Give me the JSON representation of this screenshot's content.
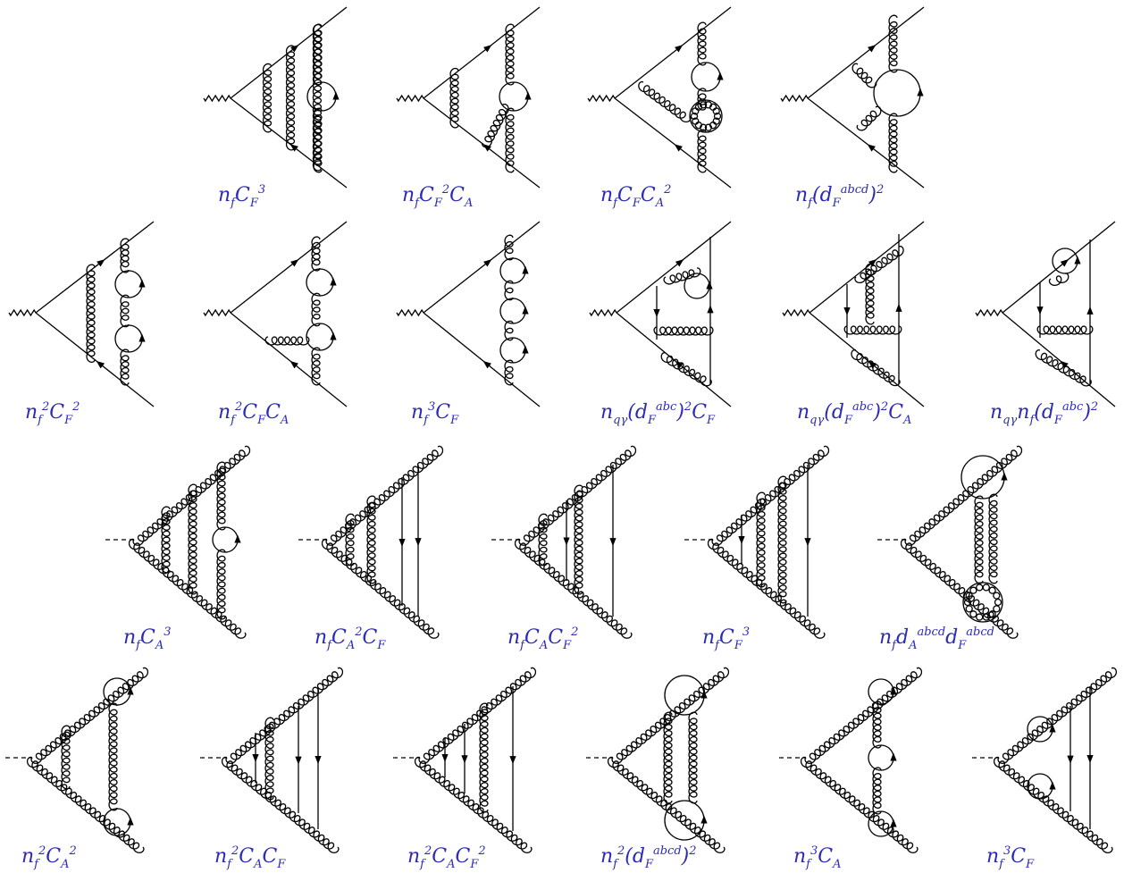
{
  "captions": [
    {
      "id": "r1c1",
      "html": "n<sub>f</sub>C<sub>F</sub><sup>3</sup>"
    },
    {
      "id": "r1c2",
      "html": "n<sub>f</sub>C<sub>F</sub><sup>2</sup>C<sub>A</sub>"
    },
    {
      "id": "r1c3",
      "html": "n<sub>f</sub>C<sub>F</sub>C<sub>A</sub><sup>2</sup>"
    },
    {
      "id": "r1c4",
      "html": "n<sub>f</sub>(d<sub>F</sub><sup>abcd</sup>)<sup>2</sup>"
    },
    {
      "id": "r2c1",
      "html": "n<sub>f</sub><sup>2</sup>C<sub>F</sub><sup>2</sup>"
    },
    {
      "id": "r2c2",
      "html": "n<sub>f</sub><sup>2</sup>C<sub>F</sub>C<sub>A</sub>"
    },
    {
      "id": "r2c3",
      "html": "n<sub>f</sub><sup>3</sup>C<sub>F</sub>"
    },
    {
      "id": "r2c4",
      "html": "n<sub>qγ</sub>(d<sub>F</sub><sup>abc</sup>)<sup>2</sup>C<sub>F</sub>"
    },
    {
      "id": "r2c5",
      "html": "n<sub>qγ</sub>(d<sub>F</sub><sup>abc</sup>)<sup>2</sup>C<sub>A</sub>"
    },
    {
      "id": "r2c6",
      "html": "n<sub>qγ</sub>n<sub>f</sub>(d<sub>F</sub><sup>abc</sup>)<sup>2</sup>"
    },
    {
      "id": "r3c1",
      "html": "n<sub>f</sub>C<sub>A</sub><sup>3</sup>"
    },
    {
      "id": "r3c2",
      "html": "n<sub>f</sub>C<sub>A</sub><sup>2</sup>C<sub>F</sub>"
    },
    {
      "id": "r3c3",
      "html": "n<sub>f</sub>C<sub>A</sub>C<sub>F</sub><sup>2</sup>"
    },
    {
      "id": "r3c4",
      "html": "n<sub>f</sub>C<sub>F</sub><sup>3</sup>"
    },
    {
      "id": "r3c5",
      "html": "n<sub>f</sub>d<sub>A</sub><sup>abcd</sup>d<sub>F</sub><sup>abcd</sup>"
    },
    {
      "id": "r4c1",
      "html": "n<sub>f</sub><sup>2</sup>C<sub>A</sub><sup>2</sup>"
    },
    {
      "id": "r4c2",
      "html": "n<sub>f</sub><sup>2</sup>C<sub>A</sub>C<sub>F</sub>"
    },
    {
      "id": "r4c3",
      "html": "n<sub>f</sub><sup>2</sup>C<sub>A</sub>C<sub>F</sub><sup>2</sup>"
    },
    {
      "id": "r4c4",
      "html": "n<sub>f</sub><sup>2</sup>(d<sub>F</sub><sup>abcd</sup>)<sup>2</sup>"
    },
    {
      "id": "r4c5",
      "html": "n<sub>f</sub><sup>3</sup>C<sub>A</sub>"
    },
    {
      "id": "r4c6",
      "html": "n<sub>f</sub><sup>3</sup>C<sub>F</sub>"
    }
  ],
  "colors": {
    "caption": "#2b2bb8",
    "line": "#000000"
  },
  "icons": [
    "photon-wavy-line",
    "scalar-dashed-line",
    "gluon-curly-line",
    "fermion-loop",
    "gluon-loop"
  ]
}
